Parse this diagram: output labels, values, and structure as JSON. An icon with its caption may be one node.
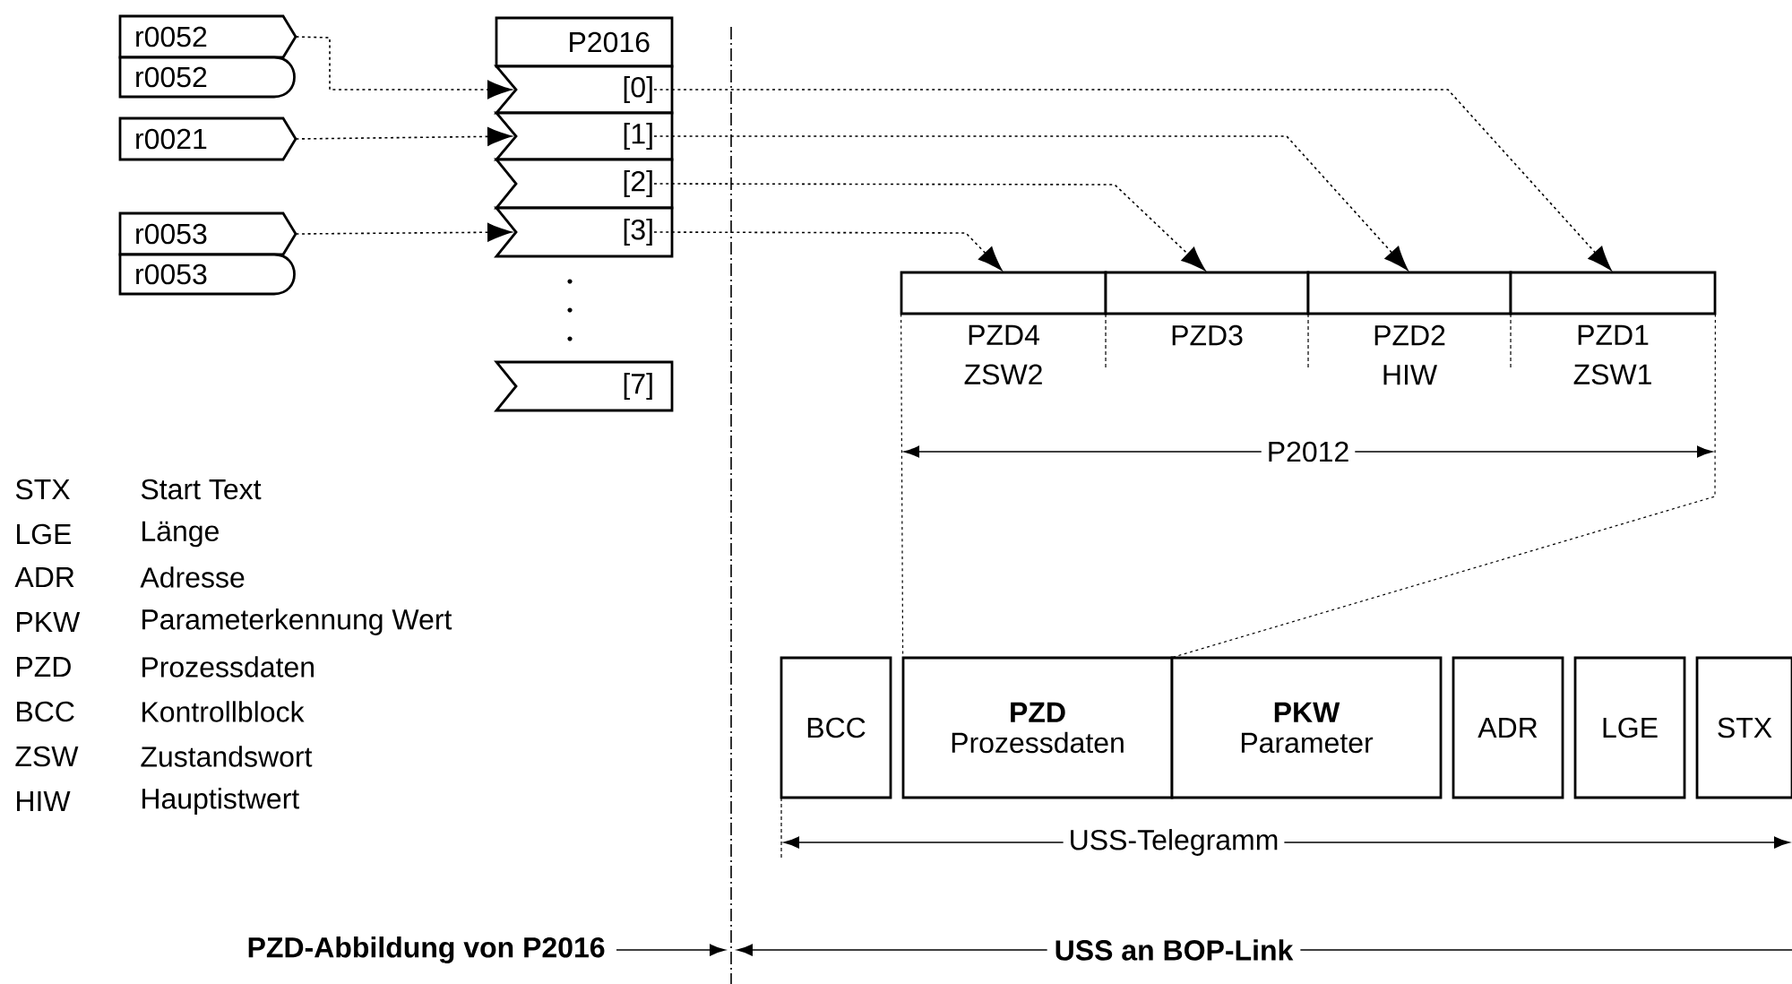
{
  "diagram": {
    "nodes": [
      {
        "text": [
          "r0052"
        ]
      },
      {
        "text": [
          "r0052"
        ]
      },
      {
        "text": [
          "r0021"
        ]
      },
      {
        "text": [
          "r0053"
        ]
      },
      {
        "text": [
          "r0053"
        ]
      },
      {
        "text": [
          "P2016"
        ]
      },
      {
        "text": [
          "[0]"
        ]
      },
      {
        "text": [
          "[1]"
        ]
      },
      {
        "text": [
          "[2]"
        ]
      },
      {
        "text": [
          "[3]"
        ]
      },
      {
        "text": [
          "[7]"
        ]
      },
      {
        "text": [
          "PZD4 ZSW2"
        ]
      },
      {
        "text": [
          "PZD3"
        ]
      },
      {
        "text": [
          "PZD2 HIW"
        ]
      },
      {
        "text": [
          "PZD1 ZSW1"
        ]
      },
      {
        "text": [
          "BCC"
        ]
      },
      {
        "text": [
          "PZD",
          "Prozessdaten"
        ]
      },
      {
        "text": [
          "PKW",
          "Parameter"
        ]
      },
      {
        "text": [
          "ADR"
        ]
      },
      {
        "text": [
          "LGE"
        ]
      },
      {
        "text": [
          "STX"
        ]
      }
    ],
    "edges": [
      {
        "from": 0,
        "to": 6,
        "arrow": "to",
        "style": "dashed"
      },
      {
        "from": 2,
        "to": 7,
        "arrow": "to",
        "style": "dashed"
      },
      {
        "from": 3,
        "to": 9,
        "arrow": "to",
        "style": "dashed"
      },
      {
        "from": 6,
        "to": 14,
        "arrow": "to",
        "style": "dashed"
      },
      {
        "from": 7,
        "to": 13,
        "arrow": "to",
        "style": "dashed"
      },
      {
        "from": 8,
        "to": 12,
        "arrow": "to",
        "style": "dashed"
      },
      {
        "from": 9,
        "to": 11,
        "arrow": "to",
        "style": "dashed"
      },
      {
        "from": 11,
        "to": 16,
        "arrow": "none",
        "style": "dashed"
      },
      {
        "from": 14,
        "to": 16,
        "arrow": "none",
        "style": "dashed"
      }
    ],
    "labels": [
      "STX",
      "Start Text",
      "LGE",
      "Länge",
      "ADR",
      "Adresse",
      "PKW",
      "Parameterkennung Wert",
      "PZD",
      "Prozessdaten",
      "BCC",
      "Kontrollblock",
      "ZSW",
      "Zustandswort",
      "HIW",
      "Hauptistwert",
      "P2012",
      "USS-Telegramm",
      "PZD-Abbildung von P2016",
      "USS an BOP-Link"
    ]
  }
}
